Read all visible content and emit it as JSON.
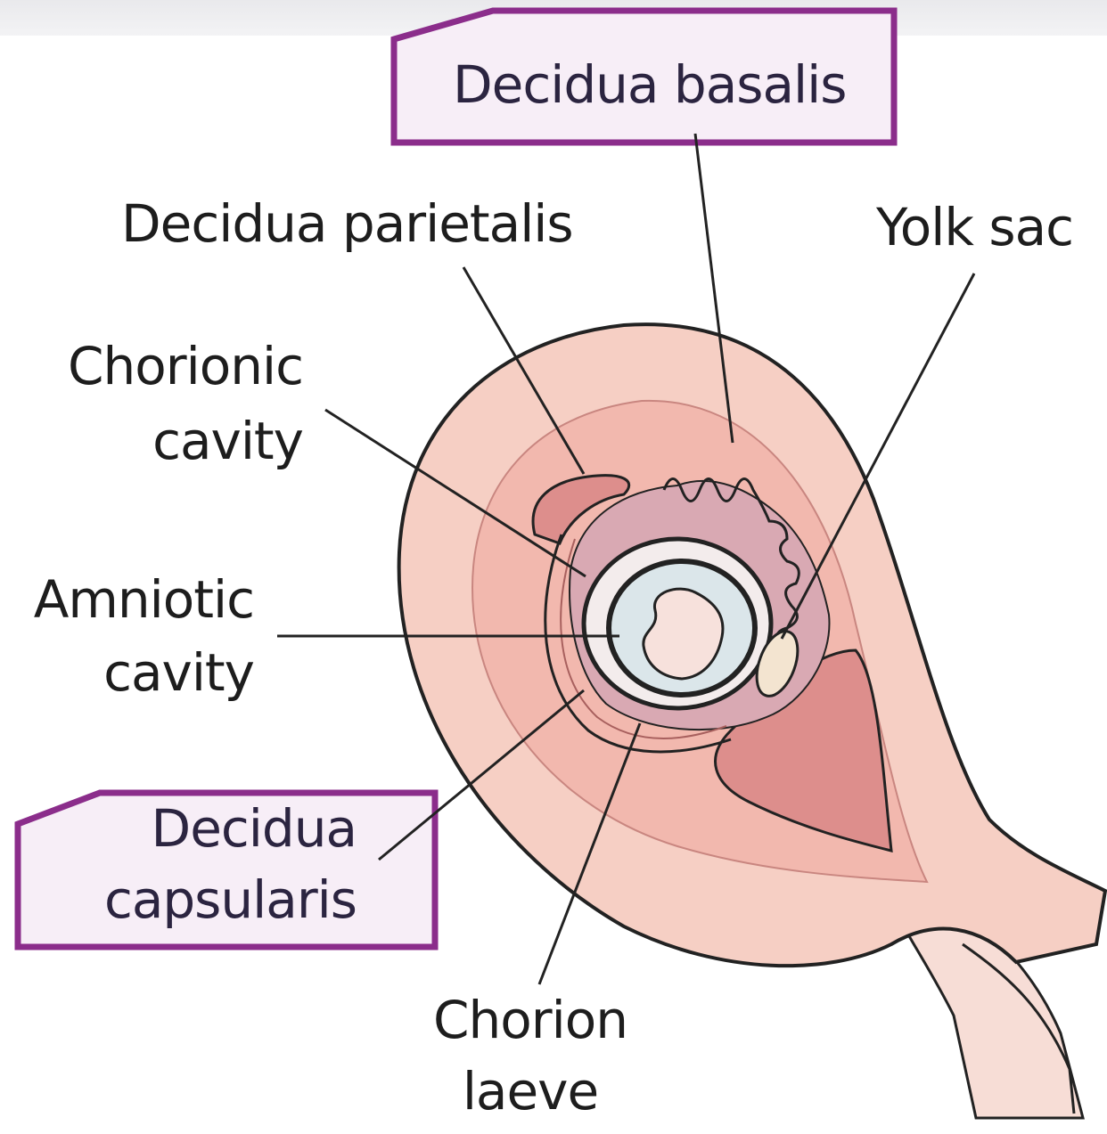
{
  "labels": {
    "decidua_basalis": "Decidua basalis",
    "decidua_parietalis": "Decidua parietalis",
    "yolk_sac": "Yolk sac",
    "chorionic_cavity": [
      "Chorionic",
      "cavity"
    ],
    "amniotic_cavity": [
      "Amniotic",
      "cavity"
    ],
    "decidua_capsularis": [
      "Decidua",
      "capsularis"
    ],
    "chorion_laeve": [
      "Chorion",
      "laeve"
    ]
  },
  "colors": {
    "highlight_border": "#8b2d8b",
    "highlight_fill": "#f7eef7",
    "uterus_outer": "#f6cfc4",
    "decidua": "#f2b8ae",
    "cavity_dark": "#dd8e8c",
    "villi": "#d9a9b3",
    "amnion": "#dbe6ea",
    "outline": "#222222"
  }
}
